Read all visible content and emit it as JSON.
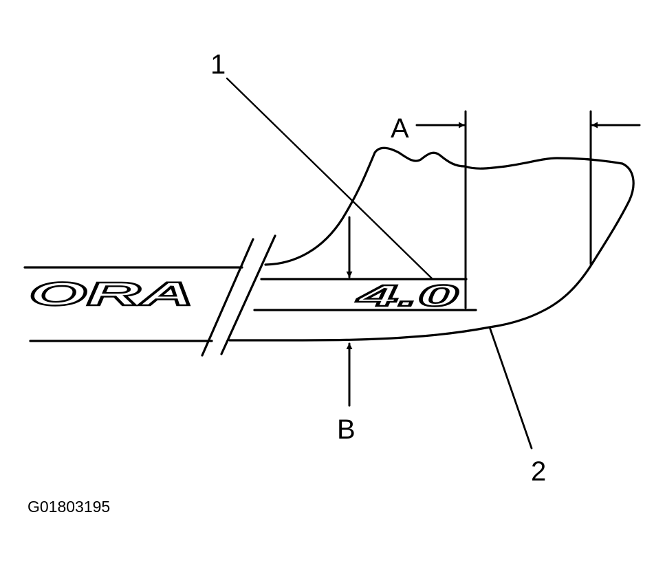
{
  "callouts": {
    "one": "1",
    "two": "2",
    "a": "A",
    "b": "B"
  },
  "badges": {
    "left": "ORA",
    "right": "4.0"
  },
  "figure_code": "G01803195"
}
